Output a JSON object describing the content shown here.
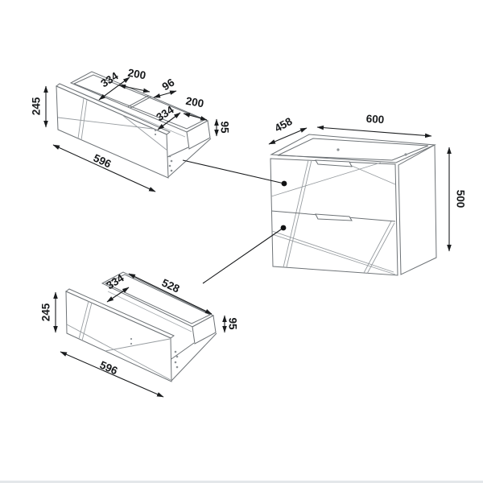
{
  "colors": {
    "background": "#ffffff",
    "outline": "#6e7377",
    "decor_line": "#989da1",
    "dimension": "#1a1c1e",
    "leader_dot": "#111213",
    "bottom_border": "#e4e7ea"
  },
  "top_drawer": {
    "height": "245",
    "front_width": "596",
    "left_compartment_depth": "334",
    "left_compartment_width": "200",
    "center_gap": "96",
    "right_compartment_width": "200",
    "right_compartment_depth": "334",
    "box_side_height": "95"
  },
  "cabinet": {
    "depth": "458",
    "width": "600",
    "height": "500"
  },
  "bottom_drawer": {
    "height": "245",
    "front_width": "596",
    "box_depth": "334",
    "box_inner_width": "528",
    "box_side_height": "95"
  }
}
